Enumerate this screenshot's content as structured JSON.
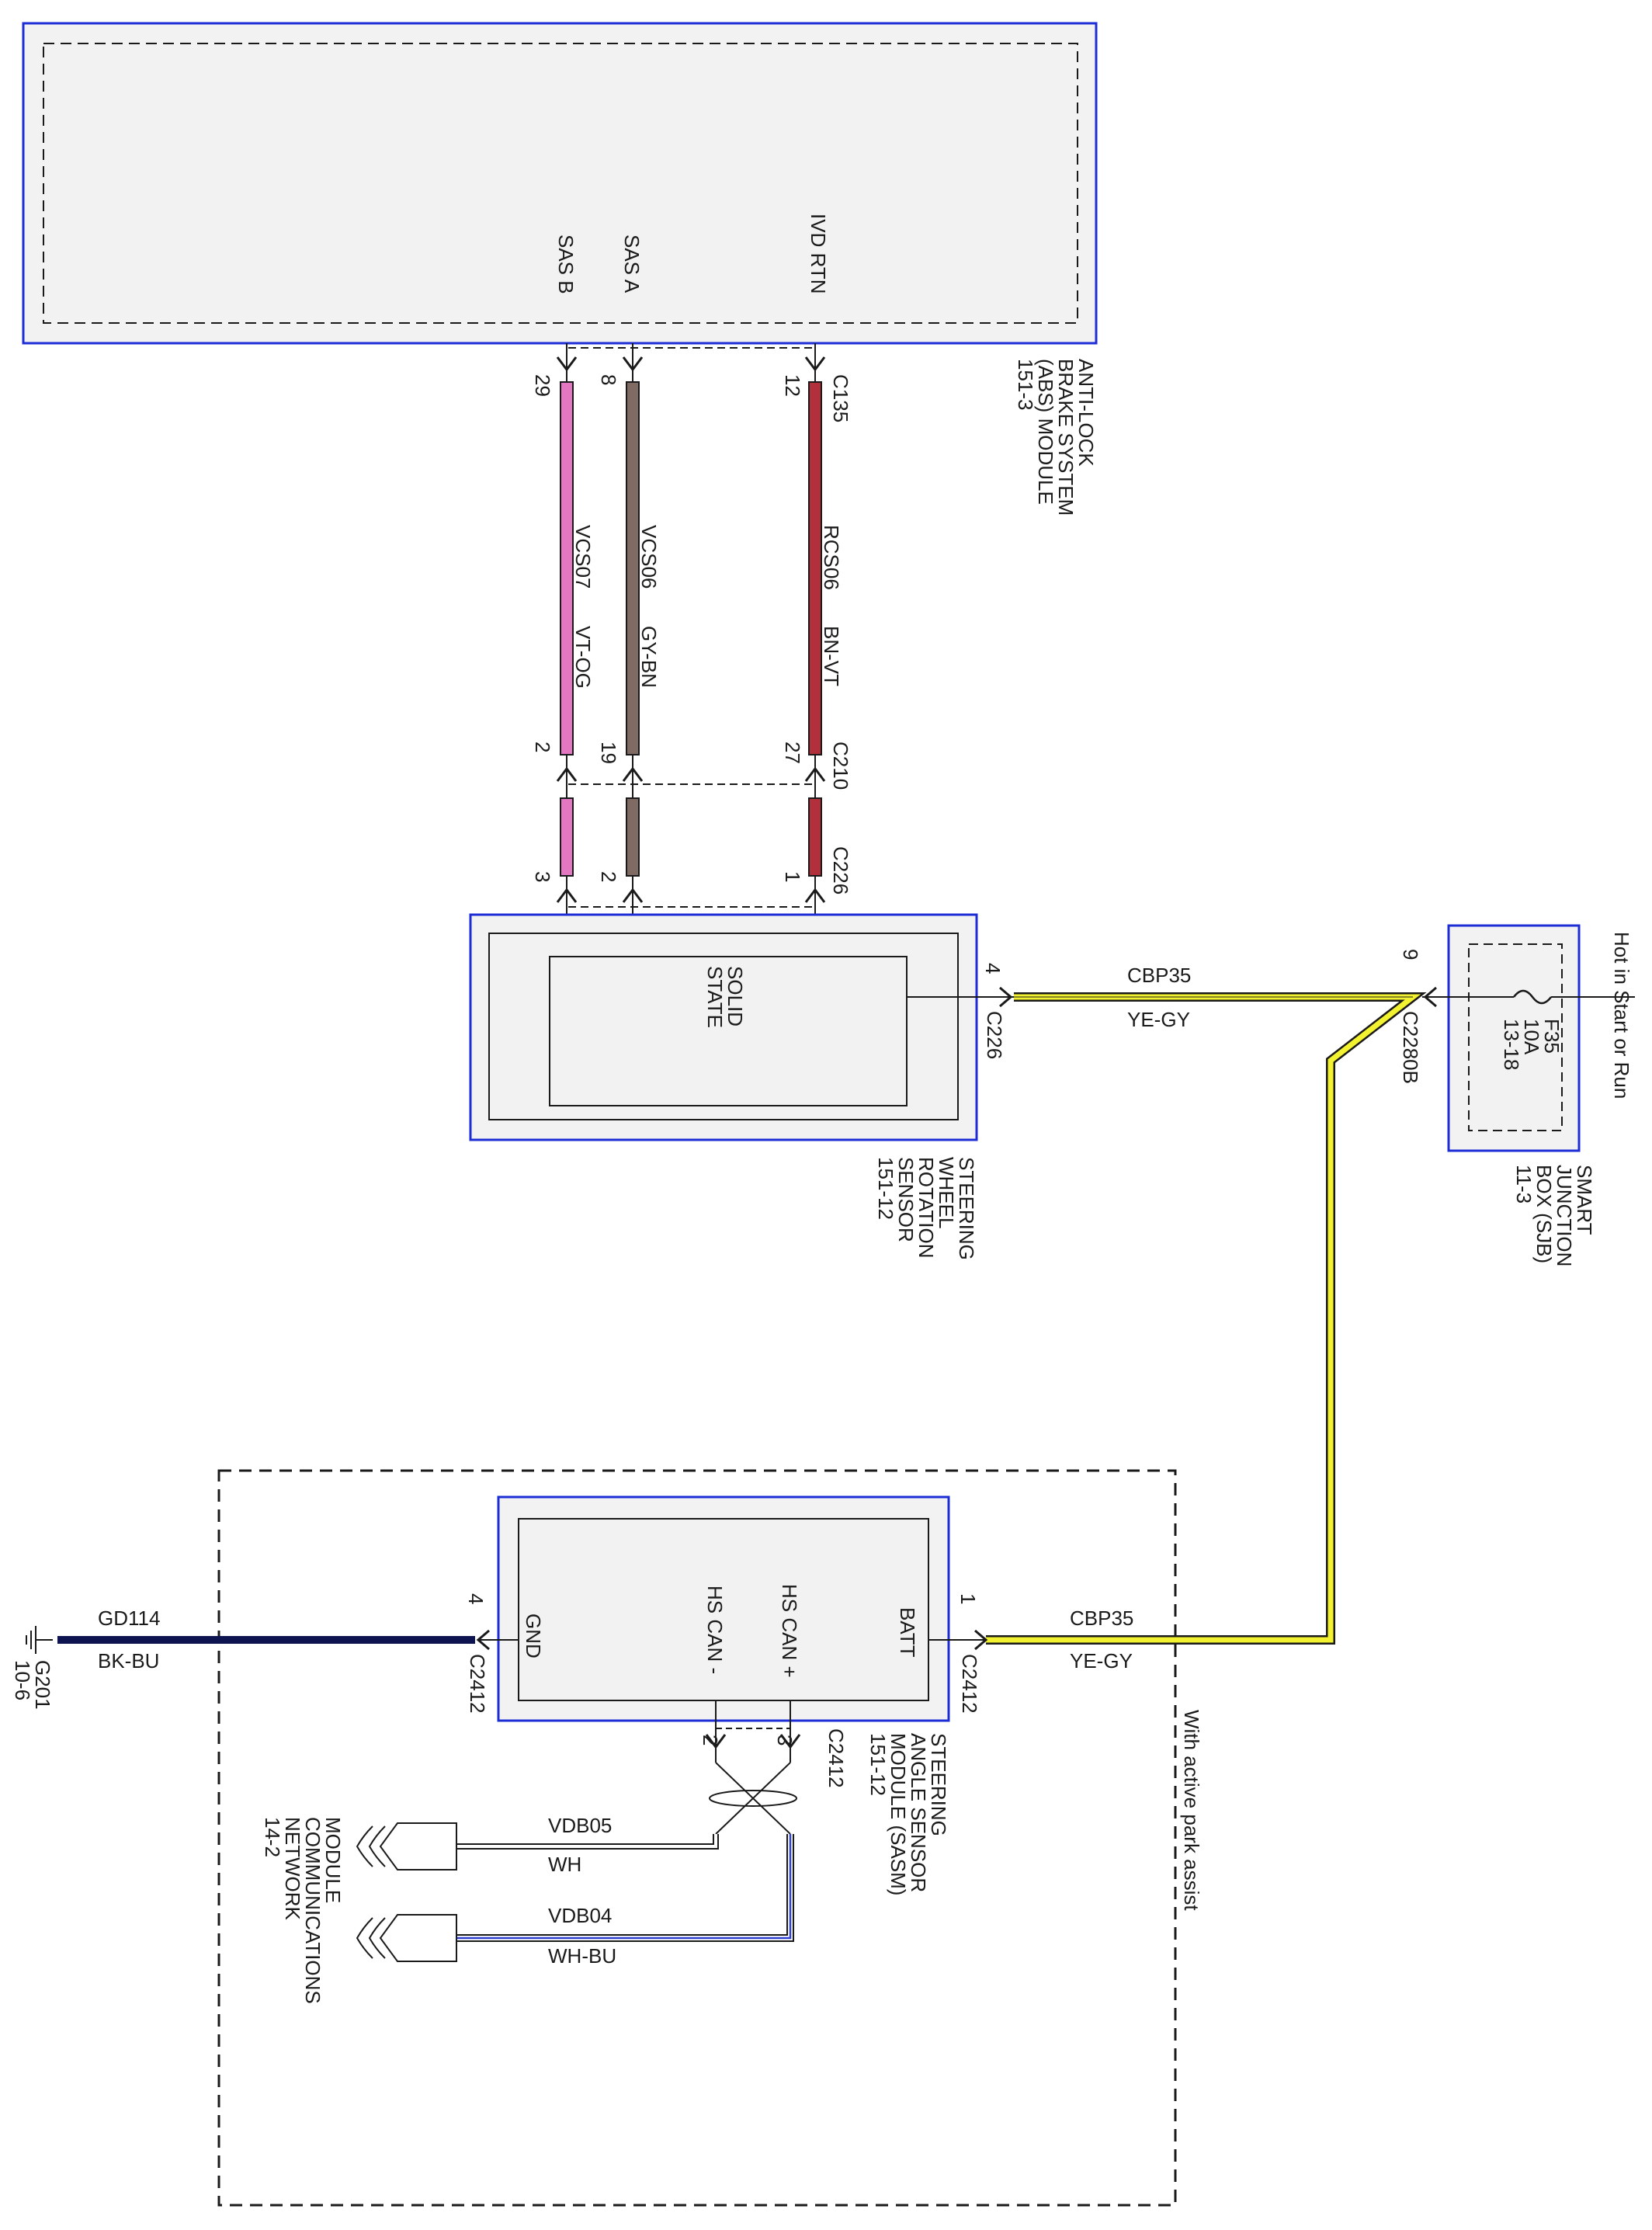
{
  "abs_module": {
    "name_lines": [
      "ANTI-LOCK",
      "BRAKE SYSTEM",
      "(ABS) MODULE",
      "151-3"
    ],
    "pins": {
      "sas_b": "SAS B",
      "sas_a": "SAS A",
      "ivd_rtn": "IVD RTN"
    }
  },
  "connectors": {
    "c135": "C135",
    "c210": "C210",
    "c226_top": "C226",
    "c226_side": "C226",
    "c2280b": "C2280B",
    "c2412_batt": "C2412",
    "c2412_gnd": "C2412",
    "c2412_can": "C2412"
  },
  "pin_numbers": {
    "c135": [
      "29",
      "8",
      "12"
    ],
    "c210": [
      "2",
      "19",
      "27"
    ],
    "c226": [
      "3",
      "2",
      "1"
    ],
    "swrs_out": "4",
    "sjb_out": "9",
    "sasm_batt": "1",
    "sasm_gnd": "4",
    "sasm_can_minus": "2",
    "sasm_can_plus": "3"
  },
  "wires": [
    {
      "circuit": "VCS07",
      "color_code": "VT-OG",
      "color": "#e377c2"
    },
    {
      "circuit": "VCS06",
      "color_code": "GY-BN",
      "color": "#7f6a64"
    },
    {
      "circuit": "RCS06",
      "color_code": "BN-VT",
      "color": "#b2303b"
    }
  ],
  "power_wire_top": {
    "circuit": "CBP35",
    "color_code": "YE-GY",
    "color": "#f2f230"
  },
  "power_wire_bottom": {
    "circuit": "CBP35",
    "color_code": "YE-GY"
  },
  "ground_wire": {
    "circuit": "GD114",
    "color_code": "BK-BU",
    "color": "#0e1450"
  },
  "ground": {
    "id": "G201",
    "page": "10-6"
  },
  "can_wires": [
    {
      "circuit": "VDB05",
      "color_code": "WH"
    },
    {
      "circuit": "VDB04",
      "color_code": "WH-BU",
      "color": "#2b3fd1"
    }
  ],
  "swrs": {
    "name_lines": [
      "STEERING",
      "WHEEL",
      "ROTATION",
      "SENSOR",
      "151-12"
    ],
    "inner_lines": [
      "SOLID",
      "STATE"
    ]
  },
  "sjb": {
    "hot_label": "Hot in Start or Run",
    "fuse_lines": [
      "F35",
      "10A",
      "13-18"
    ],
    "name_lines": [
      "SMART",
      "JUNCTION",
      "BOX (SJB)",
      "11-3"
    ]
  },
  "sasm": {
    "pins": {
      "batt": "BATT",
      "can_plus": "HS CAN +",
      "can_minus": "HS CAN -",
      "gnd": "GND"
    },
    "name_lines": [
      "STEERING",
      "ANGLE SENSOR",
      "MODULE (SASM)",
      "151-12"
    ]
  },
  "option_label": "With active park assist",
  "network": {
    "name_lines": [
      "MODULE",
      "COMMUNICATIONS",
      "NETWORK",
      "14-2"
    ]
  },
  "colors": {
    "module_border": "#1c2dd6",
    "module_fill": "#f2f2f2",
    "line": "#1a1a1a"
  }
}
